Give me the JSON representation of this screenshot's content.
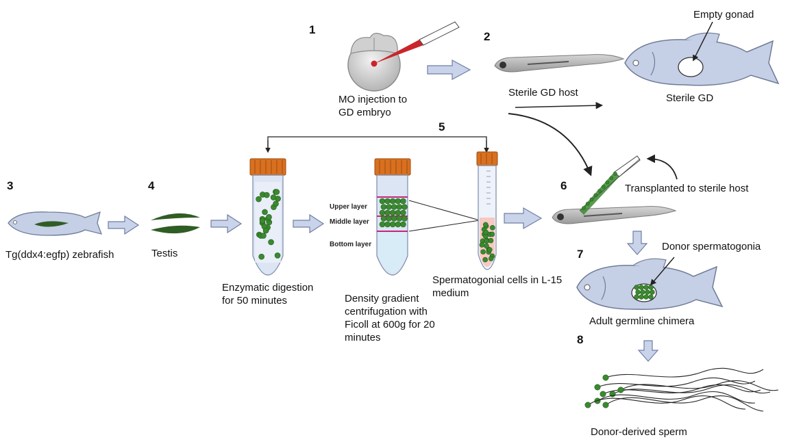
{
  "steps": {
    "s1": "1",
    "s2": "2",
    "s3": "3",
    "s4": "4",
    "s5": "5",
    "s6": "6",
    "s7": "7",
    "s8": "8"
  },
  "labels": {
    "mo_injection_line1": "MO injection to",
    "mo_injection_line2": "GD embryo",
    "sterile_gd_host": "Sterile GD host",
    "empty_gonad": "Empty gonad",
    "sterile_gd": "Sterile GD",
    "transplanted": "Transplanted to sterile host",
    "tg_zebrafish": "Tg(ddx4:egfp) zebrafish",
    "testis": "Testis",
    "enzymatic_line1": "Enzymatic digestion",
    "enzymatic_line2": "for 50 minutes",
    "density_line1": "Density gradient",
    "density_line2": "centrifugation with",
    "density_line3": "Ficoll at 600g for 20",
    "density_line4": "minutes",
    "upper_layer": "Upper layer",
    "middle_layer": "Middle layer",
    "bottom_layer": "Bottom layer",
    "sperm_cells_line1": "Spermatogonial cells in L-15",
    "sperm_cells_line2": "medium",
    "donor_spermatogonia": "Donor spermatogonia",
    "adult_chimera": "Adult germline chimera",
    "donor_sperm": "Donor-derived sperm"
  },
  "colors": {
    "fish_body": "#c5cfe6",
    "fish_outline": "#6f7b96",
    "arrow_fill": "#c9d3ea",
    "arrow_stroke": "#6f7ea3",
    "cell_green": "#3a8a2f",
    "cap_orange": "#d9701f",
    "tube_fill": "#dce5f3",
    "medium_pink": "#f6c9c1",
    "layer_magenta": "#c0287a",
    "testis_green": "#2f5d24",
    "needle_red": "#c9262c"
  },
  "icons": {
    "embryo": "embryo-icon",
    "larva": "larva-icon",
    "fish": "fish-icon",
    "tube": "tube-icon",
    "sperm": "sperm-icon"
  }
}
